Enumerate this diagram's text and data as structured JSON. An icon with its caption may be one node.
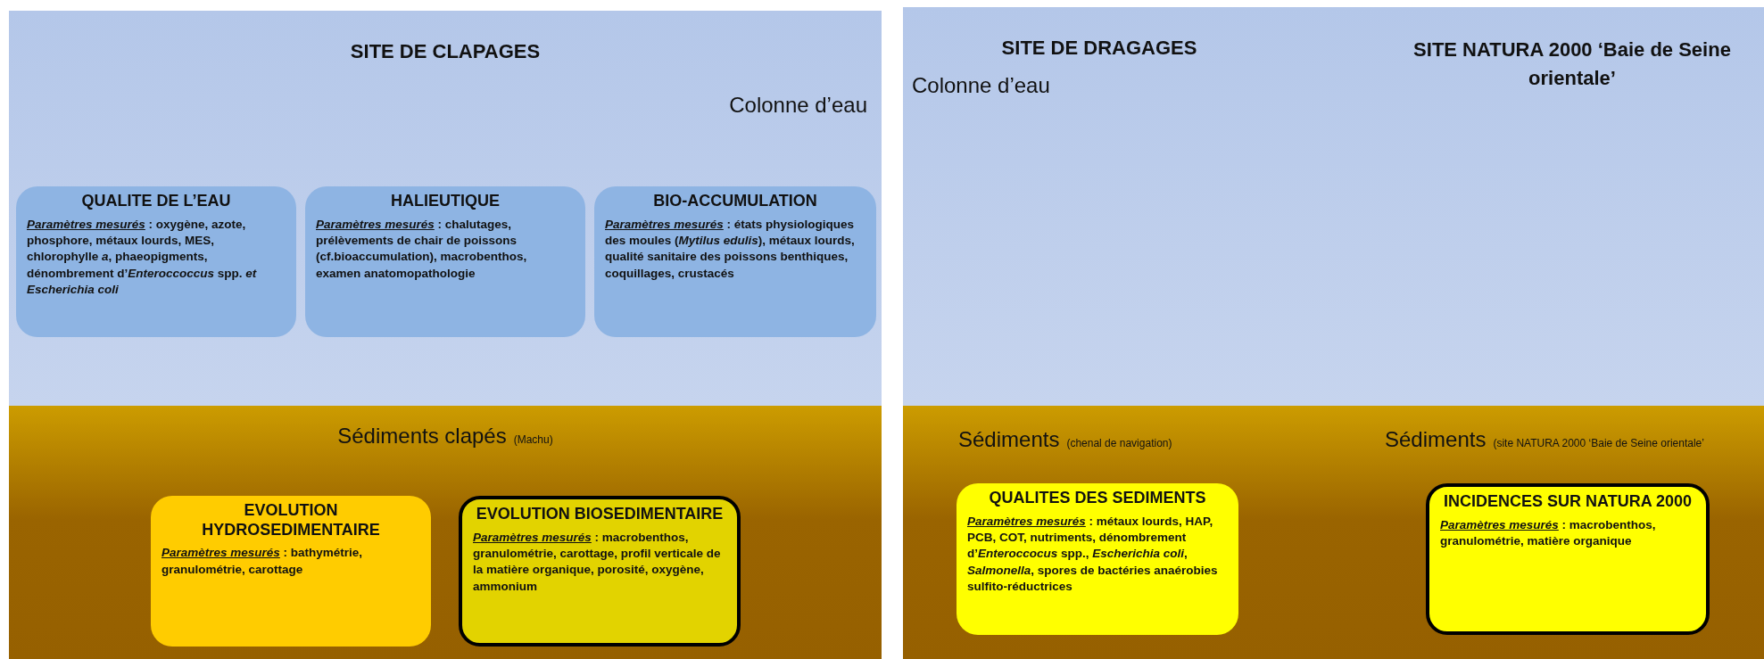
{
  "diagram": {
    "nodes": [
      {
        "text": [
          "SITE DE CLAPAGES",
          "Colonne d’eau"
        ]
      },
      {
        "text": [
          "QUALITE DE L’EAU",
          "*Paramètres mesurés* : oxygène, azote, phosphore, métaux lourds, MES, chlorophylle *a*, phaeopigments, dénombrement d’*Enteroccoccus* spp. *et Escherichia coli*"
        ],
        "in": 0
      },
      {
        "text": [
          "HALIEUTIQUE",
          "*Paramètres mesurés* : chalutages, prélèvements de chair de poissons (cf.bioaccumulation), macrobenthos, examen anatomopathologie"
        ],
        "in": 0
      },
      {
        "text": [
          "BIO-ACCUMULATION",
          "*Paramètres mesurés* : états physiologiques des moules (*Mytilus edulis*), métaux lourds, qualité sanitaire des poissons benthiques, coquillages, crustacés"
        ],
        "in": 0
      },
      {
        "text": [
          "Sédiments clapés",
          "(Machu)"
        ]
      },
      {
        "text": [
          "EVOLUTION HYDROSEDIMENTAIRE",
          "*Paramètres mesurés* : bathymétrie, granulométrie, carottage"
        ],
        "in": 4
      },
      {
        "text": [
          "EVOLUTION BIOSEDIMENTAIRE",
          "*Paramètres mesurés* : macrobenthos, granulométrie, carottage, profil verticale de la matière organique, porosité, oxygène, ammonium"
        ],
        "in": 4
      },
      {
        "text": [
          "SITE DE DRAGAGES",
          "Colonne d’eau",
          "SITE NATURA 2000 ‘Baie de Seine orientale’"
        ]
      },
      {
        "text": [
          "Sédiments",
          "(chenal de navigation)",
          "Sédiments",
          "(site NATURA 2000 ‘Baie de Seine orientale’"
        ]
      },
      {
        "text": [
          "QUALITES DES SEDIMENTS",
          "*Paramètres mesurés* : métaux lourds, HAP, PCB, COT, nutriments, dénombrement d’*Enteroccocus* spp., *Escherichia coli*, *Salmonella*, spores de bactéries anaérobies sulfito-réductrices"
        ],
        "in": 8
      },
      {
        "text": [
          "INCIDENCES SUR NATURA 2000",
          "*Paramètres mesurés* : macrobenthos, granulométrie, matière organique"
        ],
        "in": 8
      }
    ]
  }
}
